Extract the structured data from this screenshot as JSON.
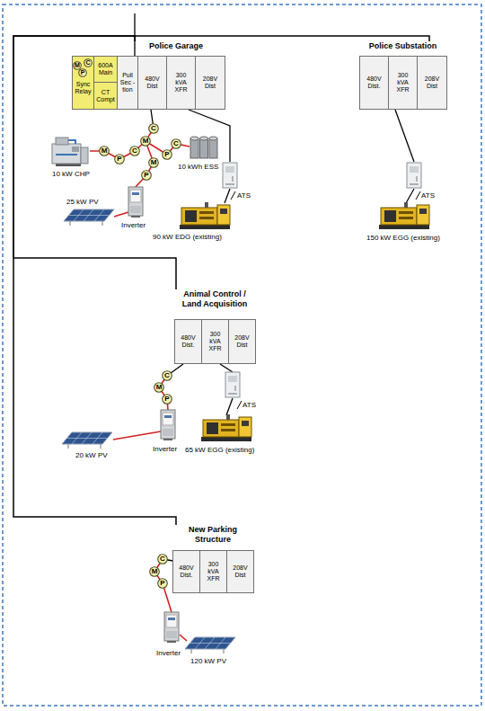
{
  "diagram": {
    "nodes": [
      {
        "text": [
          "Police Garage"
        ]
      },
      {
        "text": [
          "Sync Relay"
        ],
        "in": 0
      },
      {
        "text": [
          "M"
        ],
        "in": 1
      },
      {
        "text": [
          "P"
        ],
        "in": 1
      },
      {
        "text": [
          "C"
        ],
        "in": 1
      },
      {
        "text": [
          "600A Main"
        ],
        "in": 0
      },
      {
        "text": [
          "CT Compt"
        ],
        "in": 0
      },
      {
        "text": [
          "Pull Sec -tion"
        ],
        "in": 0
      },
      {
        "text": [
          "480V Dist"
        ],
        "in": 0
      },
      {
        "text": [
          "300 kVA XFR"
        ],
        "in": 0
      },
      {
        "text": [
          "208V Dist"
        ],
        "in": 0
      },
      {
        "text": [
          "Police Substation"
        ]
      },
      {
        "text": [
          "480V Dist."
        ],
        "in": 11
      },
      {
        "text": [
          "300 kVA XFR"
        ],
        "in": 11
      },
      {
        "text": [
          "208V Dist"
        ],
        "in": 11
      },
      {
        "text": [
          "C"
        ]
      },
      {
        "text": [
          "M"
        ]
      },
      {
        "text": [
          "C"
        ]
      },
      {
        "text": [
          "M"
        ]
      },
      {
        "text": [
          "C"
        ]
      },
      {
        "text": [
          "P"
        ]
      },
      {
        "text": [
          "P"
        ]
      },
      {
        "text": [
          "M"
        ]
      },
      {
        "text": [
          "P"
        ]
      },
      {
        "text": [
          "Animal Control / Land Acquisition"
        ]
      },
      {
        "text": [
          "480V Dist."
        ],
        "in": 24
      },
      {
        "text": [
          "300 kVA XFR"
        ],
        "in": 24
      },
      {
        "text": [
          "208V Dist"
        ],
        "in": 24
      },
      {
        "text": [
          "C"
        ]
      },
      {
        "text": [
          "M"
        ]
      },
      {
        "text": [
          "P"
        ]
      },
      {
        "text": [
          "New Parking Structure"
        ]
      },
      {
        "text": [
          "480V Dist."
        ],
        "in": 31
      },
      {
        "text": [
          "300 kVA XFR"
        ],
        "in": 31
      },
      {
        "text": [
          "208V Dist"
        ],
        "in": 31
      },
      {
        "text": [
          "C"
        ]
      },
      {
        "text": [
          "M"
        ]
      },
      {
        "text": [
          "P"
        ]
      }
    ],
    "edges": [
      {
        "from": 0,
        "to": 11,
        "arrow": "none"
      },
      {
        "from": 0,
        "to": 24,
        "arrow": "none"
      },
      {
        "from": 0,
        "to": 31,
        "arrow": "none"
      }
    ],
    "labels": [
      "10 kW CHP",
      "10 kWh ESS",
      "ATS",
      "25 kW PV",
      "Inverter",
      "90 kW EDG (existing)",
      "ATS",
      "150 kW EGG (existing)",
      "ATS",
      "20 kW PV",
      "Inverter",
      "65 kW EGG (existing)",
      "Inverter",
      "120 kW PV"
    ]
  }
}
